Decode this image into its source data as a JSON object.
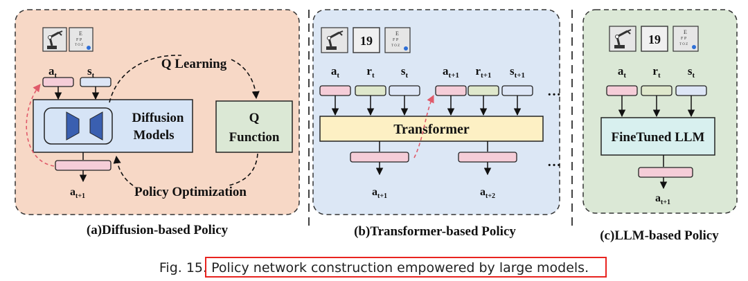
{
  "panels": {
    "diffusion": {
      "caption": "(a)Diffusion-based Policy",
      "input_a": "a",
      "input_a_sub": "t",
      "input_s": "s",
      "input_s_sub": "t",
      "model_line1": "Diffusion",
      "model_line2": "Models",
      "q_line1": "Q",
      "q_line2": "Function",
      "q_learning": "Q Learning",
      "policy_opt": "Policy Optimization",
      "output": "a",
      "output_sub": "t+1"
    },
    "transformer": {
      "caption": "(b)Transformer-based Policy",
      "step_badge": "19",
      "inputs": [
        {
          "sym": "a",
          "sub": "t"
        },
        {
          "sym": "r",
          "sub": "t"
        },
        {
          "sym": "s",
          "sub": "t"
        },
        {
          "sym": "a",
          "sub": "t+1"
        },
        {
          "sym": "r",
          "sub": "t+1"
        },
        {
          "sym": "s",
          "sub": "t+1"
        }
      ],
      "block": "Transformer",
      "outputs": [
        {
          "sym": "a",
          "sub": "t+1"
        },
        {
          "sym": "a",
          "sub": "t+2"
        }
      ],
      "ellipsis": "…"
    },
    "llm": {
      "caption": "(c)LLM-based Policy",
      "step_badge": "19",
      "inputs": [
        {
          "sym": "a",
          "sub": "t"
        },
        {
          "sym": "r",
          "sub": "t"
        },
        {
          "sym": "s",
          "sub": "t"
        }
      ],
      "block": "FineTuned LLM",
      "output": "a",
      "output_sub": "t+1"
    }
  },
  "figure_caption": "Fig. 15. Policy network construction empowered by large models.",
  "colors": {
    "panel_a_bg": "#f7d8c6",
    "panel_b_bg": "#dce7f5",
    "panel_c_bg": "#dbe8d6",
    "token_pink": "#f5cdd8",
    "token_green": "#dfe8cc",
    "token_blue": "#dde6f6",
    "transformer_block": "#fdf0c4",
    "llm_block": "#d8f0ef",
    "diffusion_block": "#d6e4f6",
    "q_block": "#dbe8d5",
    "highlight_box": "#e8231f",
    "red_arrow": "#e05a6a"
  }
}
